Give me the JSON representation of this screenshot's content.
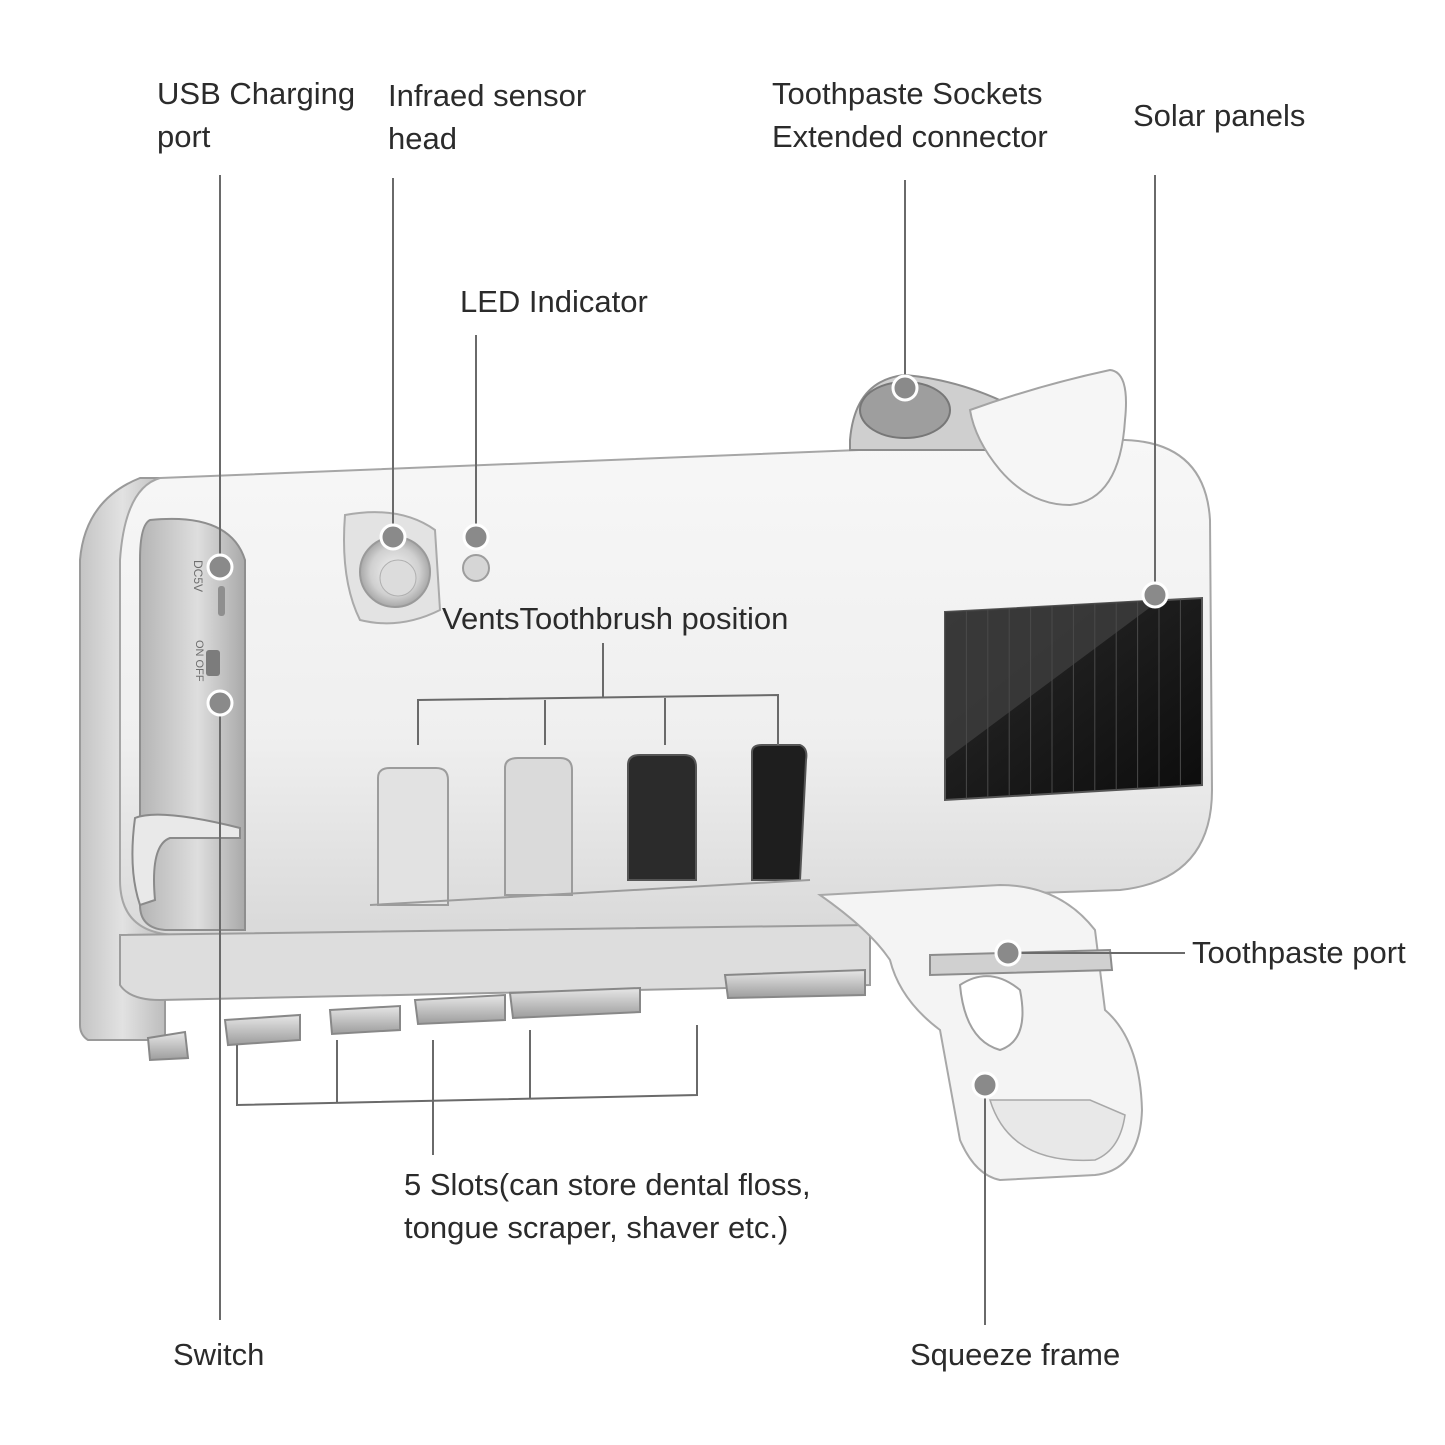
{
  "labels": {
    "usb_port": [
      "USB Charging",
      "port"
    ],
    "infrared_sensor": [
      "Infraed sensor",
      "head"
    ],
    "led_indicator": [
      "LED Indicator"
    ],
    "toothpaste_sockets": [
      "Toothpaste Sockets",
      "Extended connector"
    ],
    "solar_panels": [
      "Solar panels"
    ],
    "toothbrush_position": [
      "VentsToothbrush position"
    ],
    "toothpaste_port": [
      "Toothpaste port"
    ],
    "slots": [
      "5 Slots(can store dental floss,",
      "tongue scraper, shaver etc.)"
    ],
    "switch": [
      "Switch"
    ],
    "squeeze_frame": [
      "Squeeze frame"
    ]
  },
  "device_markings": {
    "dc_label": "DC5V",
    "switch_label": "ON OFF"
  },
  "colors": {
    "background": "#ffffff",
    "text": "#2b2b2b",
    "body_light": "#f2f2f2",
    "body_shadow": "#b9b9b9",
    "solar_panel": "#141414",
    "leader_line": "#6a6a6a",
    "marker": "#8a8a8a"
  }
}
